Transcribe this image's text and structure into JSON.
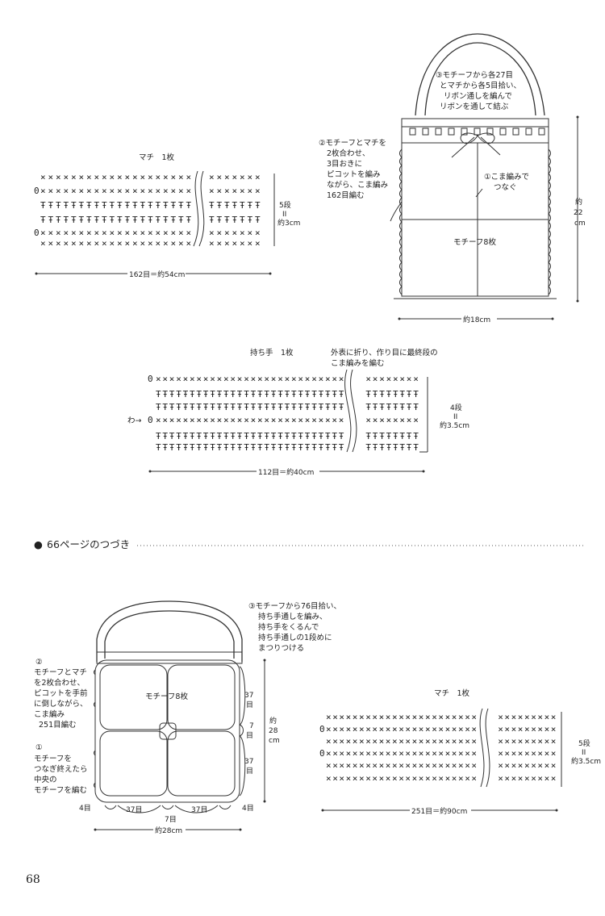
{
  "top_right_bag": {
    "step3": [
      "③モチーフから各27目",
      "とマチから各5目拾い、",
      "リボン通しを編んで",
      "リボンを通して結ぶ"
    ],
    "step2": [
      "②モチーフとマチを",
      "2枚合わせ、",
      "3目おきに",
      "ピコットを編み",
      "ながら、こま編み",
      "162目編む"
    ],
    "step1": [
      "①こま編みで",
      "つなぐ"
    ],
    "motif_label": "モチーフ8枚",
    "height_label": [
      "約",
      "22",
      "cm"
    ],
    "width_label": "約18cm"
  },
  "gusset_top": {
    "title": "マチ　1枚",
    "rows_label": [
      "5段",
      "II",
      "約3cm"
    ],
    "width_label": "162目＝約54cm"
  },
  "handle": {
    "title": "持ち手　1枚",
    "note": [
      "外表に折り、作り目に最終段の",
      "こま編みを編む"
    ],
    "ring_label": "わ→",
    "rows_label": [
      "4段",
      "II",
      "約3.5cm"
    ],
    "width_label": "112目＝約40cm"
  },
  "section": {
    "bullet": "●",
    "title": "66ページのつづき"
  },
  "bottom_bag": {
    "step3": [
      "③モチーフから76目拾い、",
      "持ち手通しを編み、",
      "持ち手をくるんで",
      "持ち手通しの1段めに",
      "まつりつける"
    ],
    "step2": [
      "②",
      "モチーフとマチ",
      "を2枚合わせ、",
      "ピコットを手前",
      "に倒しながら、",
      "こま編み",
      "251目編む"
    ],
    "step1": [
      "①",
      "モチーフを",
      "つなぎ終えたら",
      "中央の",
      "モチーフを編む"
    ],
    "motif_label": "モチーフ8枚",
    "side_37a": [
      "37",
      "目"
    ],
    "side_7": [
      "7",
      "目"
    ],
    "side_37b": [
      "37",
      "目"
    ],
    "height_label": [
      "約",
      "28",
      "cm"
    ],
    "bottom_4a": "4目",
    "bottom_37a": "37目",
    "bottom_7": "7目",
    "bottom_37b": "37目",
    "bottom_4b": "4目",
    "width_label": "約28cm"
  },
  "gusset_bottom": {
    "title": "マチ　1枚",
    "rows_label": [
      "5段",
      "II",
      "約3.5cm"
    ],
    "width_label": "251目＝約90cm"
  },
  "page_number": "68",
  "stitch_symbols": {
    "sc": "×",
    "ch": "0",
    "dc": "Ŧ"
  }
}
